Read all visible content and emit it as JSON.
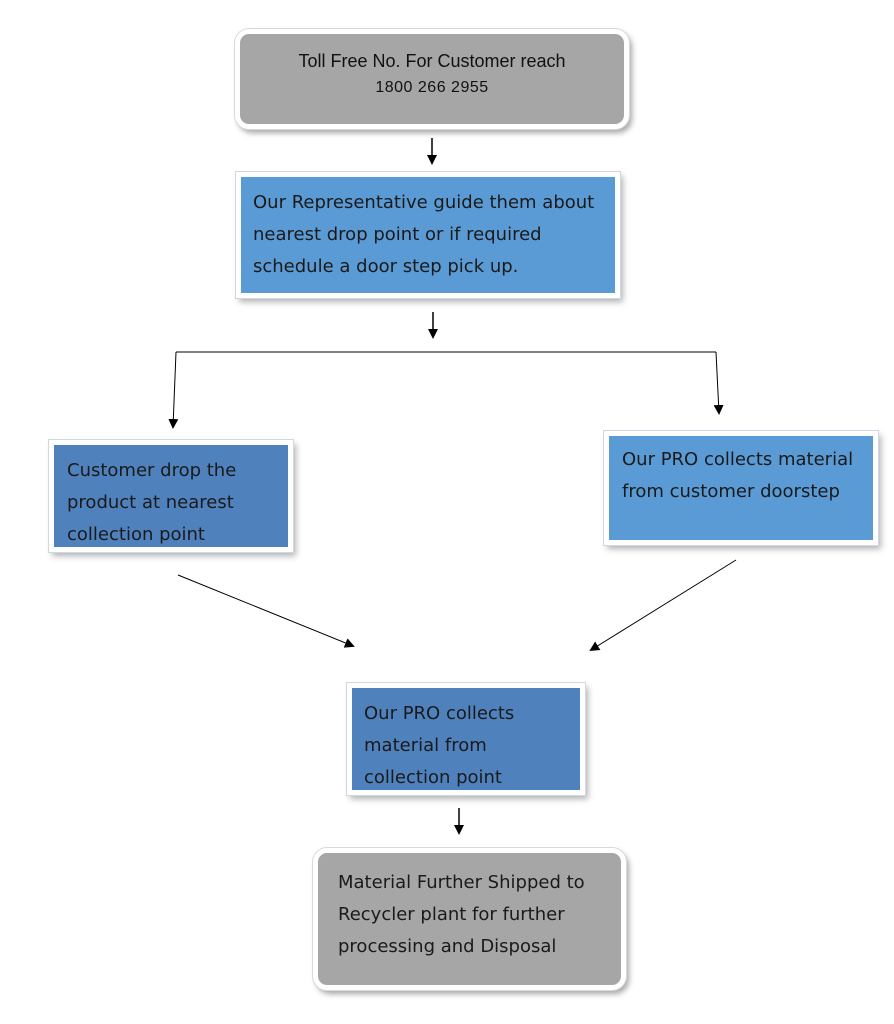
{
  "colors": {
    "gray_box": "#a6a6a6",
    "light_blue_box": "#5b9bd5",
    "dark_blue_box": "#4f81bd",
    "connector": "#000000"
  },
  "nodes": {
    "toll_free": {
      "line1": "Toll Free No.  For Customer reach",
      "line2": "1800 266 2955"
    },
    "representative": {
      "lines": [
        "Our Representative guide them about",
        "nearest drop point or if required",
        "schedule a door step pick up."
      ]
    },
    "customer_drop": {
      "lines": [
        "Customer drop the",
        "product at nearest",
        "collection point"
      ]
    },
    "pro_doorstep": {
      "lines": [
        "Our PRO collects material",
        "from customer doorstep"
      ]
    },
    "pro_collection": {
      "lines": [
        "Our PRO collects",
        "material from",
        "collection point"
      ]
    },
    "shipped": {
      "lines": [
        "Material Further Shipped to",
        "Recycler plant for further",
        "processing and Disposal"
      ]
    }
  },
  "edges": [
    {
      "from": "toll_free",
      "to": "representative"
    },
    {
      "from": "representative",
      "to": "customer_drop"
    },
    {
      "from": "representative",
      "to": "pro_doorstep"
    },
    {
      "from": "customer_drop",
      "to": "pro_collection"
    },
    {
      "from": "pro_doorstep",
      "to": "pro_collection"
    },
    {
      "from": "pro_collection",
      "to": "shipped"
    }
  ]
}
